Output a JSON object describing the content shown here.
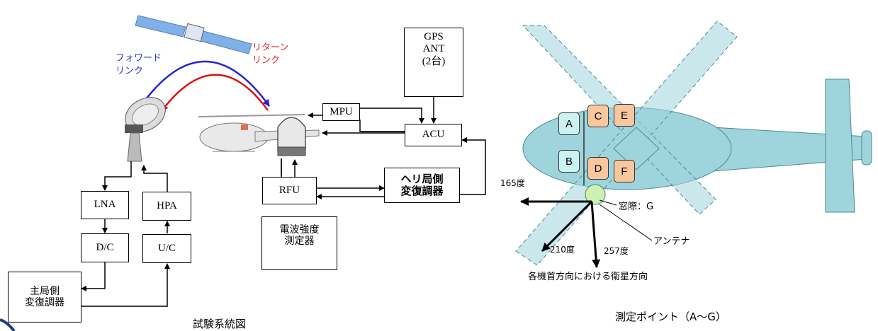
{
  "left": {
    "forward_link": "フォワード\nリンク",
    "return_link": "リターン\nリンク",
    "boxes": {
      "gps": "GPS\nANT\n(2台)",
      "mpu": "MPU",
      "acu": "ACU",
      "rfu": "RFU",
      "heli_modem": "ヘリ局側\n変復調器",
      "field_meter": "電波強度\n測定器",
      "lna": "LNA",
      "hpa": "HPA",
      "dc": "D/C",
      "uc": "U/C",
      "main_modem": "主局側\n変復調器"
    },
    "caption": "試験系統図"
  },
  "right": {
    "points": [
      "A",
      "B",
      "C",
      "D",
      "E",
      "F"
    ],
    "angles": {
      "a165": "165度",
      "a210": "210度",
      "a257": "257度"
    },
    "window_label": "窓際：G",
    "antenna_label": "アンテナ",
    "direction_label": "各機首方向における衛星方向",
    "caption": "測定ポイント（A～G）"
  },
  "colors": {
    "forward": "#2222dd",
    "return": "#dd1111",
    "heli_body": "#9fd4dc",
    "point_blue": "#cdf3f1",
    "point_orange": "#f9c79d",
    "antenna": "#cdf0b4"
  }
}
